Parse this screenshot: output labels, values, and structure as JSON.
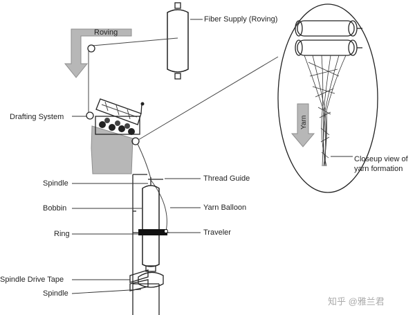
{
  "labels": {
    "fiber_supply": "Fiber Supply (Roving)",
    "roving": "Roving",
    "drafting_system": "Drafting System",
    "spindle_top": "Spindle",
    "bobbin": "Bobbin",
    "ring": "Ring",
    "spindle_drive_tape": "Spindle Drive Tape",
    "spindle_bottom": "Spindle",
    "thread_guide": "Thread Guide",
    "yarn_balloon": "Yarn Balloon",
    "traveler": "Traveler",
    "closeup_line1": "Closeup view of",
    "closeup_line2": "yarn formation",
    "yarn": "Yarn"
  },
  "watermark": "知乎 @雅兰君",
  "colors": {
    "arrow_grey": "#b7b7b7",
    "line": "#222222",
    "background": "#ffffff"
  }
}
